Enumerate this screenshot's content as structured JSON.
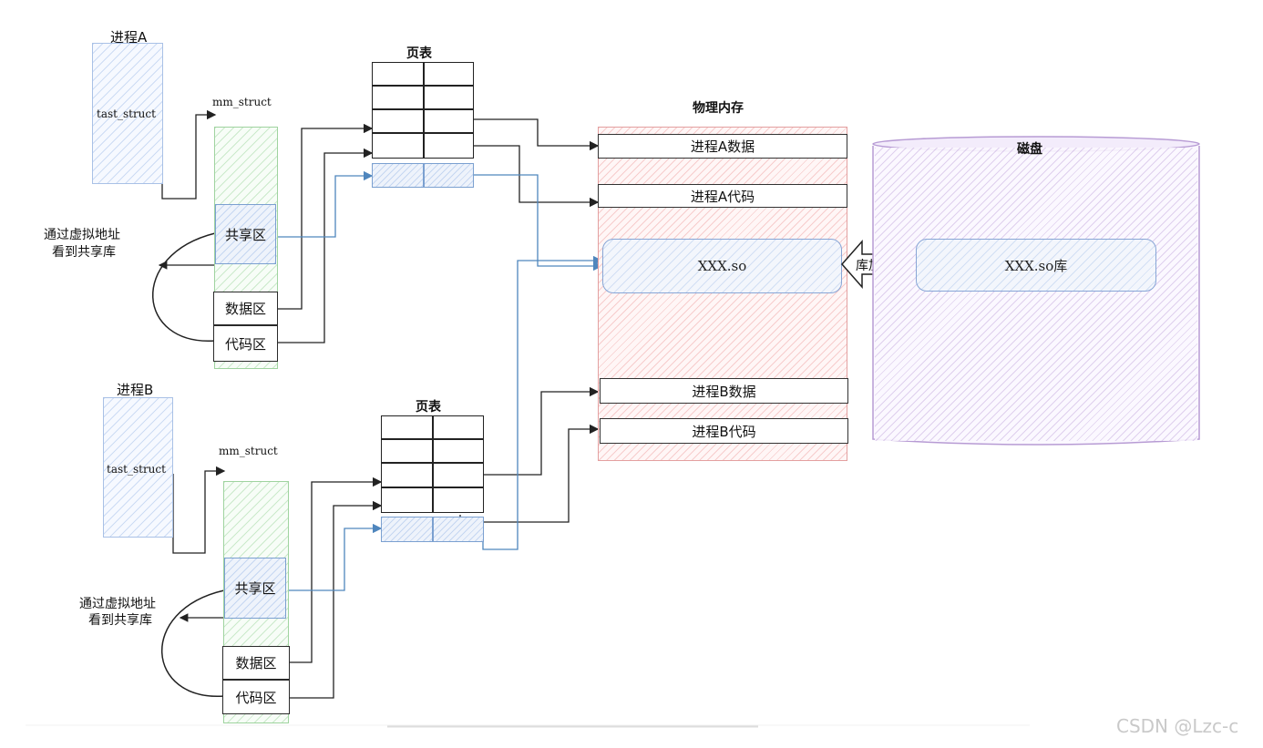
{
  "process_a": {
    "title": "进程A",
    "task_struct": "tast_struct",
    "mm_struct": "mm_struct",
    "shared": "共享区",
    "data": "数据区",
    "code": "代码区",
    "note_line1": "通过虚拟地址",
    "note_line2": "看到共享库",
    "page_table": "页表"
  },
  "process_b": {
    "title": "进程B",
    "task_struct": "tast_struct",
    "mm_struct": "mm_struct",
    "shared": "共享区",
    "data": "数据区",
    "code": "代码区",
    "note_line1": "通过虚拟地址",
    "note_line2": "看到共享库",
    "page_table": "页表"
  },
  "physical_memory": {
    "title": "物理内存",
    "a_data": "进程A数据",
    "a_code": "进程A代码",
    "so": "XXX.so",
    "b_data": "进程B数据",
    "b_code": "进程B代码"
  },
  "disk": {
    "title": "磁盘",
    "so_lib": "XXX.so库"
  },
  "load_label": "库加载",
  "watermark": "CSDN @Lzc-c",
  "colors": {
    "shared_link": "#4f86bd",
    "plain_link": "#222222",
    "memory_border": "#e3a0a0",
    "disk_border": "#b79bd4",
    "mm_border": "#9fd39f"
  }
}
